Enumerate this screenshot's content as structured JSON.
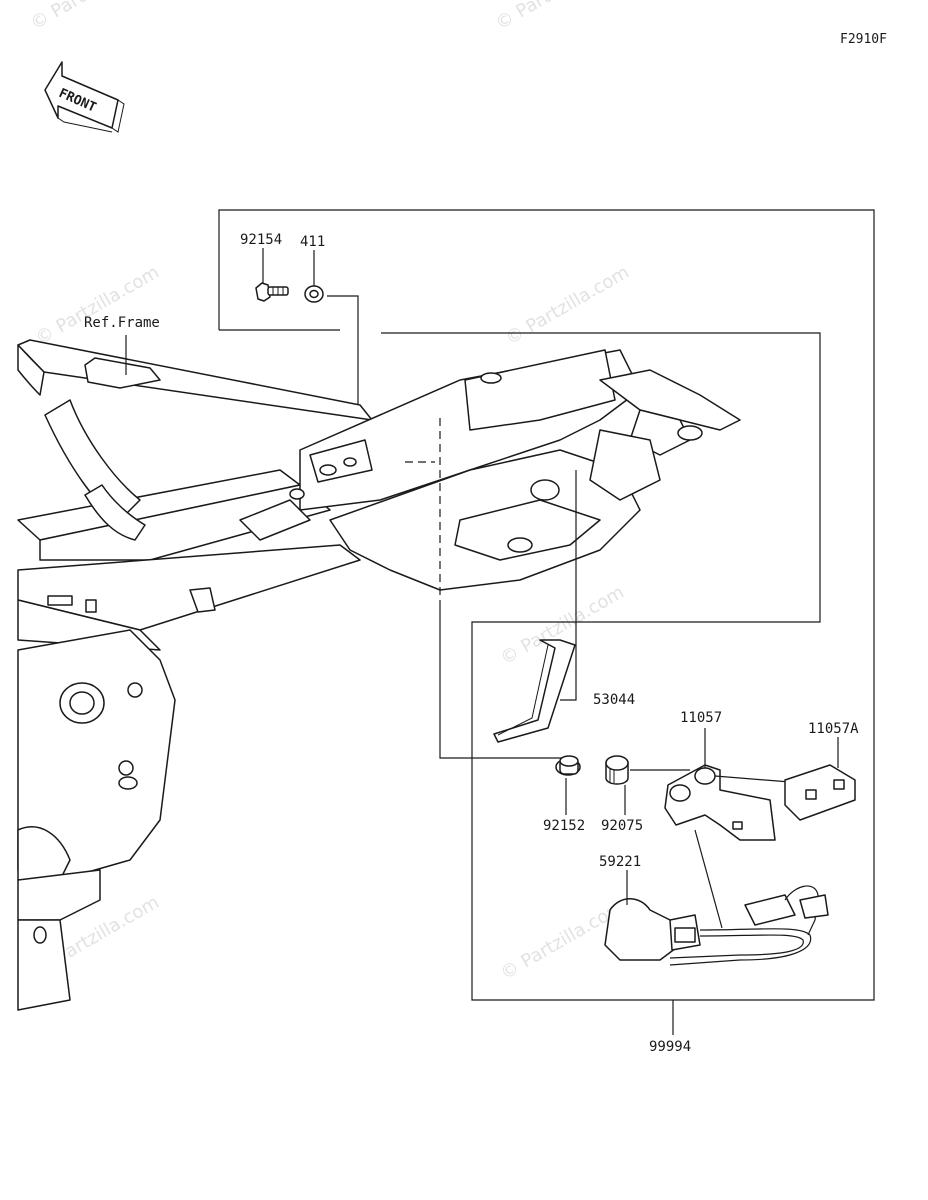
{
  "diagram_code": "F2910F",
  "front_indicator": "FRONT",
  "reference_label": "Ref.Frame",
  "watermark": "© Partzilla.com",
  "parts": {
    "bolt": "92154",
    "washer": "411",
    "tape": "53044",
    "collar": "92152",
    "grommet": "92075",
    "bracket": "11057",
    "clamp": "11057A",
    "harness": "59221",
    "kit": "99994"
  }
}
